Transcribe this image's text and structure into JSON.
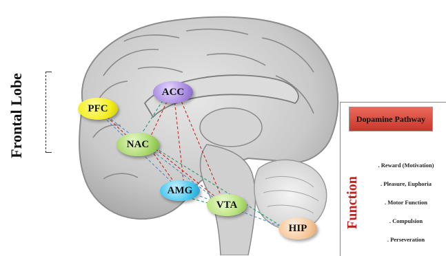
{
  "side_label": "Frontal Lobe",
  "colors": {
    "pfc": "#f2ee1c",
    "nac": "#a8d86a",
    "acc": "#a98be0",
    "amg": "#46c6ee",
    "vta": "#b7e37a",
    "hip": "#f6c79a",
    "title_bg": "#d9473b",
    "function_text": "#c0201f",
    "pathway_red": "#c0392b",
    "pathway_green": "#2f9e7a",
    "pathway_blue": "#5b8fc9"
  },
  "nodes": {
    "pfc": "PFC",
    "nac": "NAC",
    "acc": "ACC",
    "amg": "AMG",
    "vta": "VTA",
    "hip": "HIP"
  },
  "panel": {
    "title": "Dopamine Pathway",
    "section_label": "Function",
    "functions": [
      ". Reward  (Motivation)",
      ". Pleasure, Euphoria",
      ". Motor  Function",
      ". Compulsion",
      ". Perseveration"
    ]
  }
}
